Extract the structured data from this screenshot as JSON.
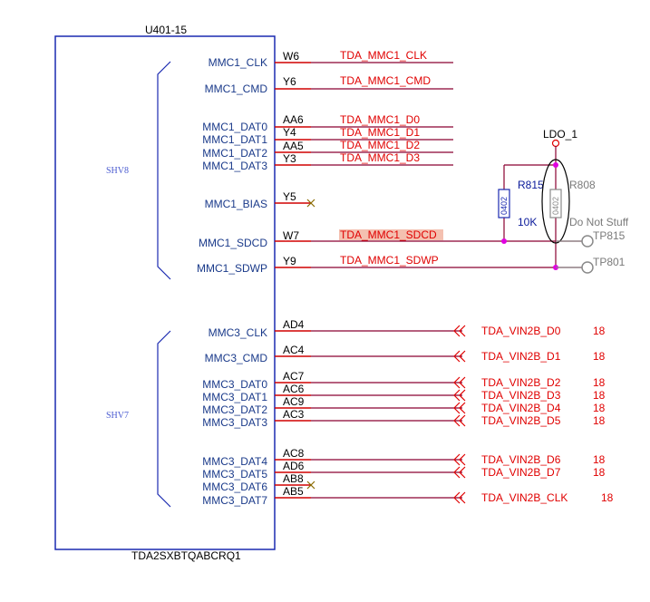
{
  "component": {
    "ref": "U401-15",
    "part": "TDA2SXBTQABCRQ1"
  },
  "sections": [
    {
      "label": "SHV8"
    },
    {
      "label": "SHV7"
    }
  ],
  "pins_mmc1": [
    {
      "name": "MMC1_CLK",
      "num": "W6",
      "net": "TDA_MMC1_CLK"
    },
    {
      "name": "MMC1_CMD",
      "num": "Y6",
      "net": "TDA_MMC1_CMD"
    },
    {
      "name": "MMC1_DAT0",
      "num": "AA6",
      "net": "TDA_MMC1_D0"
    },
    {
      "name": "MMC1_DAT1",
      "num": "Y4",
      "net": "TDA_MMC1_D1"
    },
    {
      "name": "MMC1_DAT2",
      "num": "AA5",
      "net": "TDA_MMC1_D2"
    },
    {
      "name": "MMC1_DAT3",
      "num": "Y3",
      "net": "TDA_MMC1_D3"
    },
    {
      "name": "MMC1_BIAS",
      "num": "Y5",
      "net": ""
    },
    {
      "name": "MMC1_SDCD",
      "num": "W7",
      "net": "TDA_MMC1_SDCD"
    },
    {
      "name": "MMC1_SDWP",
      "num": "Y9",
      "net": "TDA_MMC1_SDWP"
    }
  ],
  "pins_mmc3": [
    {
      "name": "MMC3_CLK",
      "num": "AD4",
      "net": "TDA_VIN2B_D0",
      "page": "18"
    },
    {
      "name": "MMC3_CMD",
      "num": "AC4",
      "net": "TDA_VIN2B_D1",
      "page": "18"
    },
    {
      "name": "MMC3_DAT0",
      "num": "AC7",
      "net": "TDA_VIN2B_D2",
      "page": "18"
    },
    {
      "name": "MMC3_DAT1",
      "num": "AC6",
      "net": "TDA_VIN2B_D3",
      "page": "18"
    },
    {
      "name": "MMC3_DAT2",
      "num": "AC9",
      "net": "TDA_VIN2B_D4",
      "page": "18"
    },
    {
      "name": "MMC3_DAT3",
      "num": "AC3",
      "net": "TDA_VIN2B_D5",
      "page": "18"
    },
    {
      "name": "MMC3_DAT4",
      "num": "AC8",
      "net": "TDA_VIN2B_D6",
      "page": "18"
    },
    {
      "name": "MMC3_DAT5",
      "num": "AD6",
      "net": "TDA_VIN2B_D7",
      "page": "18"
    },
    {
      "name": "MMC3_DAT6",
      "num": "AB8",
      "net": "",
      "page": ""
    },
    {
      "name": "MMC3_DAT7",
      "num": "AB5",
      "net": "TDA_VIN2B_CLK",
      "page": "18"
    }
  ],
  "power": {
    "label": "LDO_1"
  },
  "r815": {
    "ref": "R815",
    "pkg": "0402",
    "value": "10K"
  },
  "r808": {
    "ref": "R808",
    "pkg": "0402",
    "note": "Do Not Stuff"
  },
  "testpoints": [
    {
      "label": "TP815"
    },
    {
      "label": "TP801"
    }
  ],
  "colors": {
    "box": "#1a2ab0",
    "pin_name": "#1a3a8a",
    "net": "#e00000",
    "wire": "#8a0030",
    "junction": "#e000e0",
    "highlight": "#f4c0b0"
  }
}
